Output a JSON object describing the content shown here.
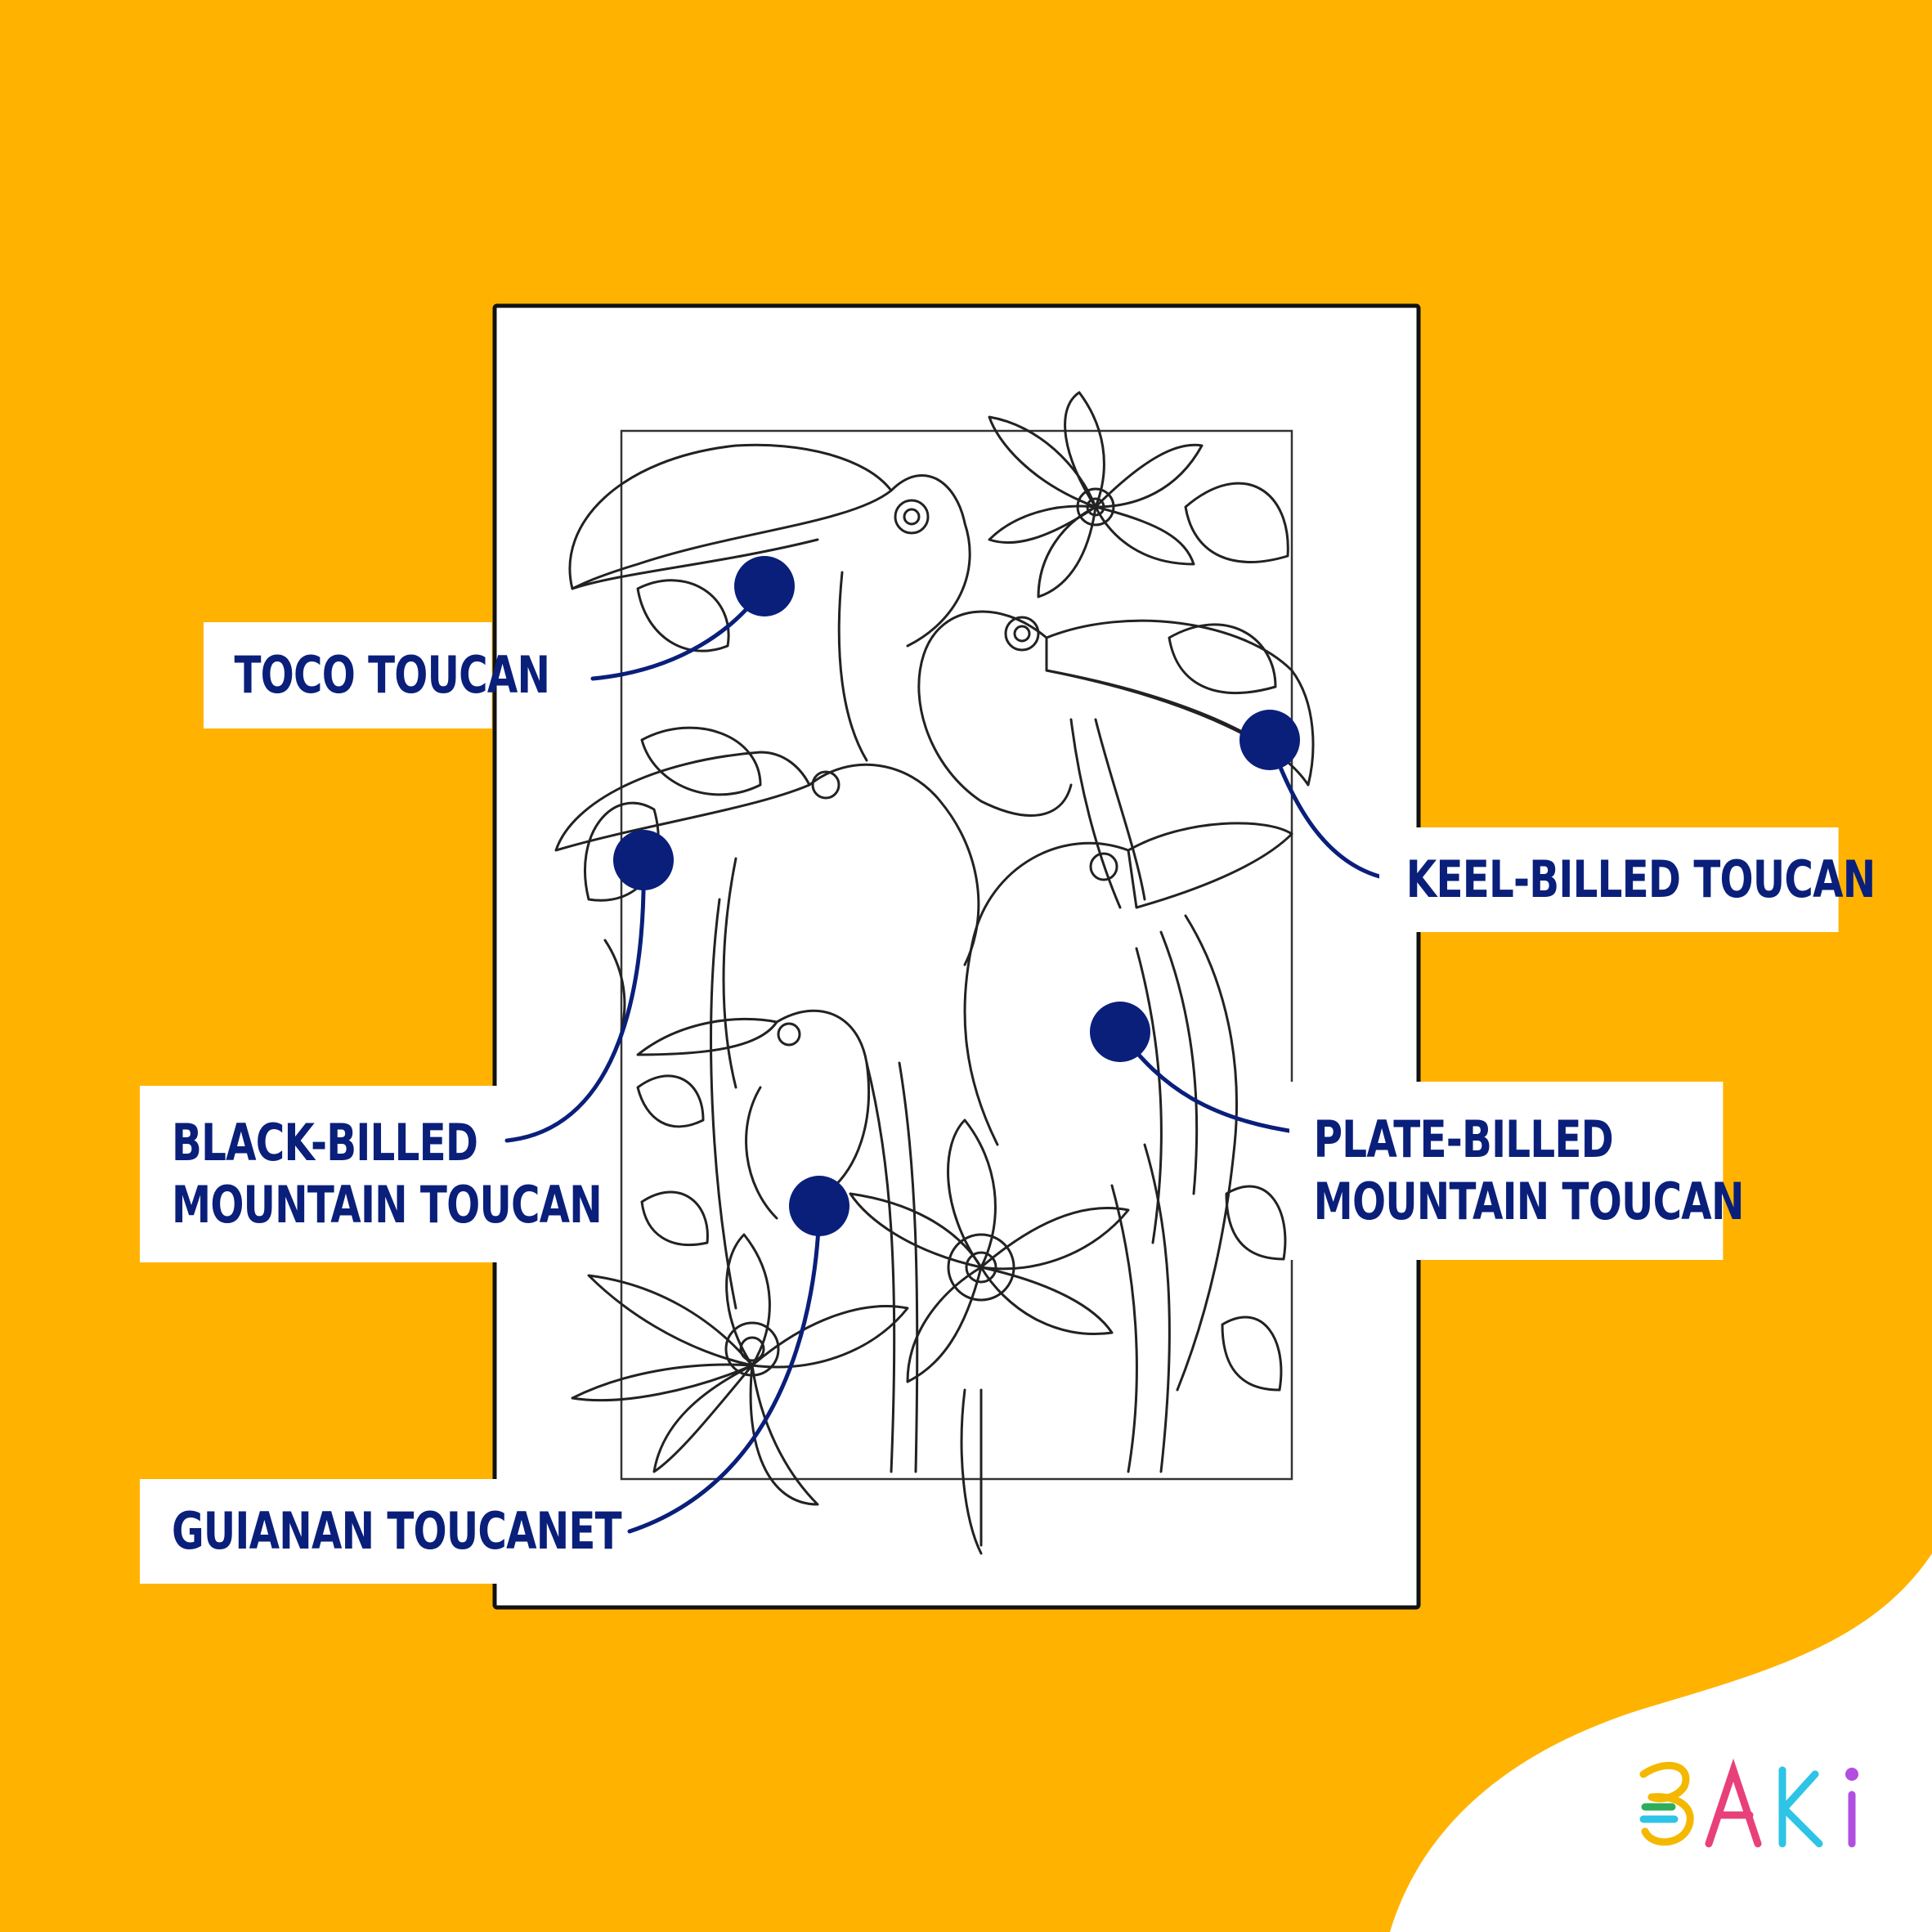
{
  "labels": {
    "toco": [
      "TOCO TOUCAN"
    ],
    "keel": [
      "KEEL-BILLED TOUCAN"
    ],
    "black": [
      "BLACK-BILLED",
      "MOUNTAIN TOUCAN"
    ],
    "plate": [
      "PLATE-BILLED",
      "MOUNTAIN TOUCAN"
    ],
    "guianan": [
      "GUIANAN TOUCANET"
    ]
  },
  "logo": {
    "text": "BAKI"
  },
  "colors": {
    "background": "#FFB300",
    "navy": "#0A1F7A",
    "page": "#FFFFFF",
    "line": "#222222"
  }
}
